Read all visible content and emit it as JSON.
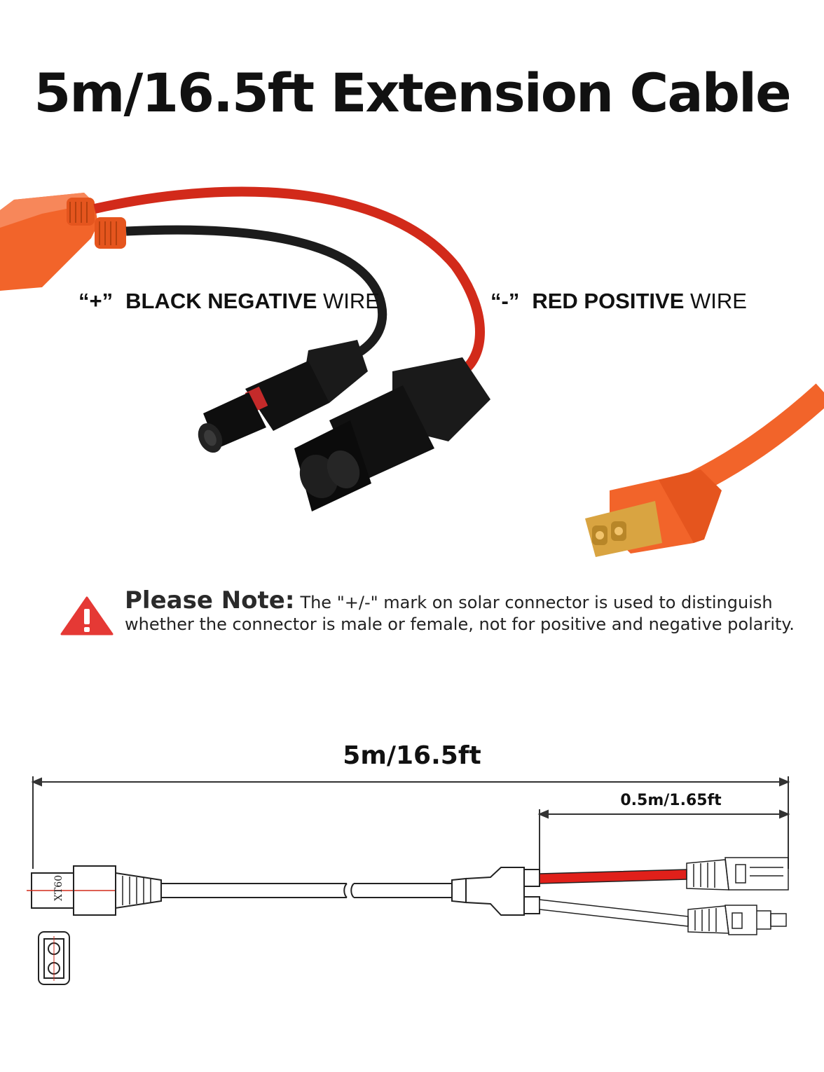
{
  "title": "5m/16.5ft Extension Cable",
  "labels": {
    "black": {
      "mark": "“+”",
      "strong": "BLACK NEGATIVE",
      "plain": " WIRE"
    },
    "red": {
      "mark": "“-”",
      "strong": "RED POSITIVE",
      "plain": " WIRE"
    }
  },
  "note": {
    "title": "Please Note:",
    "text": "The \"+/-\" mark on solar connector is used to distinguish whether the connector is male or female, not for positive and negative polarity."
  },
  "dimensions": {
    "total": "5m/16.5ft",
    "branch": "0.5m/1.65ft"
  },
  "connector_marking": "XT60",
  "colors": {
    "orange": "#f2642a",
    "red_wire": "#d22a1a",
    "black_wire": "#1c1c1c",
    "warning": "#e53935",
    "brass": "#d9a441"
  }
}
